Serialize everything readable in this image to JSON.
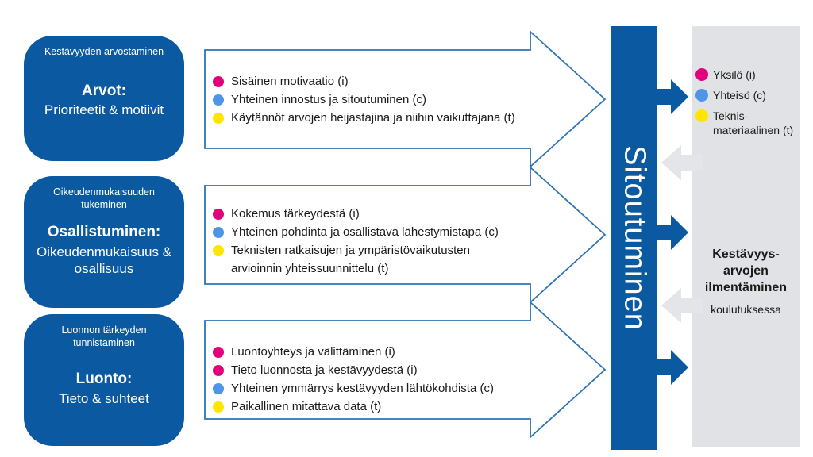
{
  "colors": {
    "primary_blue": "#0B5AA1",
    "arrow_outline_blue": "#2E74B5",
    "dot_pink": "#E2017B",
    "dot_blue": "#4E95E7",
    "dot_yellow": "#FFE500",
    "panel_gray": "#E0E2E5",
    "gray_arrow": "#E3E5E8"
  },
  "left_boxes": [
    {
      "header": "Kestävyyden arvostaminen",
      "title": "Arvot:",
      "subtitle": "Prioriteetit & motiivit"
    },
    {
      "header": "Oikeudenmukaisuuden tukeminen",
      "title": "Osallistuminen:",
      "subtitle": "Oikeudenmukaisuus & osallisuus"
    },
    {
      "header": "Luonnon tärkeyden tunnistaminen",
      "title": "Luonto:",
      "subtitle": "Tieto & suhteet"
    }
  ],
  "arrows": [
    {
      "items": [
        {
          "dot": "pink",
          "text": "Sisäinen motivaatio (i)"
        },
        {
          "dot": "blue",
          "text": "Yhteinen innostus ja sitoutuminen (c)"
        },
        {
          "dot": "yellow",
          "text": "Käytännöt arvojen heijastajina ja niihin vaikuttajana (t)"
        }
      ]
    },
    {
      "items": [
        {
          "dot": "pink",
          "text": "Kokemus tärkeydestä (i)"
        },
        {
          "dot": "blue",
          "text": "Yhteinen pohdinta ja osallistava lähestymistapa (c)"
        },
        {
          "dot": "yellow",
          "text": "Teknisten ratkaisujen ja ympäristövaikutusten arvioinnin yhteissuunnittelu (t)"
        }
      ]
    },
    {
      "items": [
        {
          "dot": "pink",
          "text": "Luontoyhteys ja välittäminen (i)"
        },
        {
          "dot": "pink",
          "text": "Tieto luonnosta ja kestävyydestä (i)"
        },
        {
          "dot": "blue",
          "text": "Yhteinen ymmärrys kestävyyden lähtökohdista (c)"
        },
        {
          "dot": "yellow",
          "text": "Paikallinen mitattava data (t)"
        }
      ]
    }
  ],
  "bar": {
    "label": "Sitoutuminen"
  },
  "panel": {
    "legend": [
      {
        "dot": "pink",
        "label": "Yksilö (i)"
      },
      {
        "dot": "blue",
        "label": "Yhteisö (c)"
      },
      {
        "dot": "yellow",
        "label_lines": [
          "Teknis-",
          "materiaalinen (t)"
        ]
      }
    ],
    "title_lines": [
      "Kestävyys-",
      "arvojen",
      "ilmentäminen"
    ],
    "subtitle": "koulutuksessa"
  }
}
